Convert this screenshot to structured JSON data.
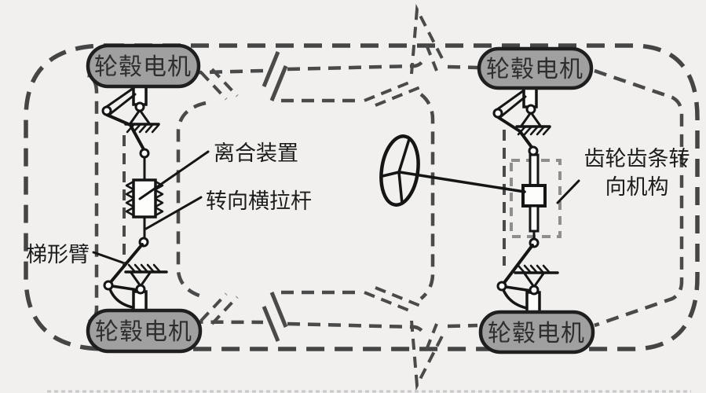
{
  "diagram": {
    "type": "vehicle-steering-schematic-top-view",
    "labels": {
      "wheel_motor": "轮毂电机",
      "clutch_device": "离合装置",
      "steering_tie_rod": "转向横拉杆",
      "trapezoid_arm": "梯形臂",
      "rack_pinion_lines": [
        "齿轮齿条转",
        "向机构"
      ]
    },
    "wheels": [
      {
        "position": "top-left"
      },
      {
        "position": "top-right"
      },
      {
        "position": "bottom-left"
      },
      {
        "position": "bottom-right"
      }
    ],
    "colors": {
      "background": "#f1f0ee",
      "body_outline": "#454545",
      "wheel_fill": "#a0a0a0",
      "mechanism": "#151515",
      "enclosure_box": "#8e8e8e",
      "label_text": "#1c1c1c"
    }
  }
}
